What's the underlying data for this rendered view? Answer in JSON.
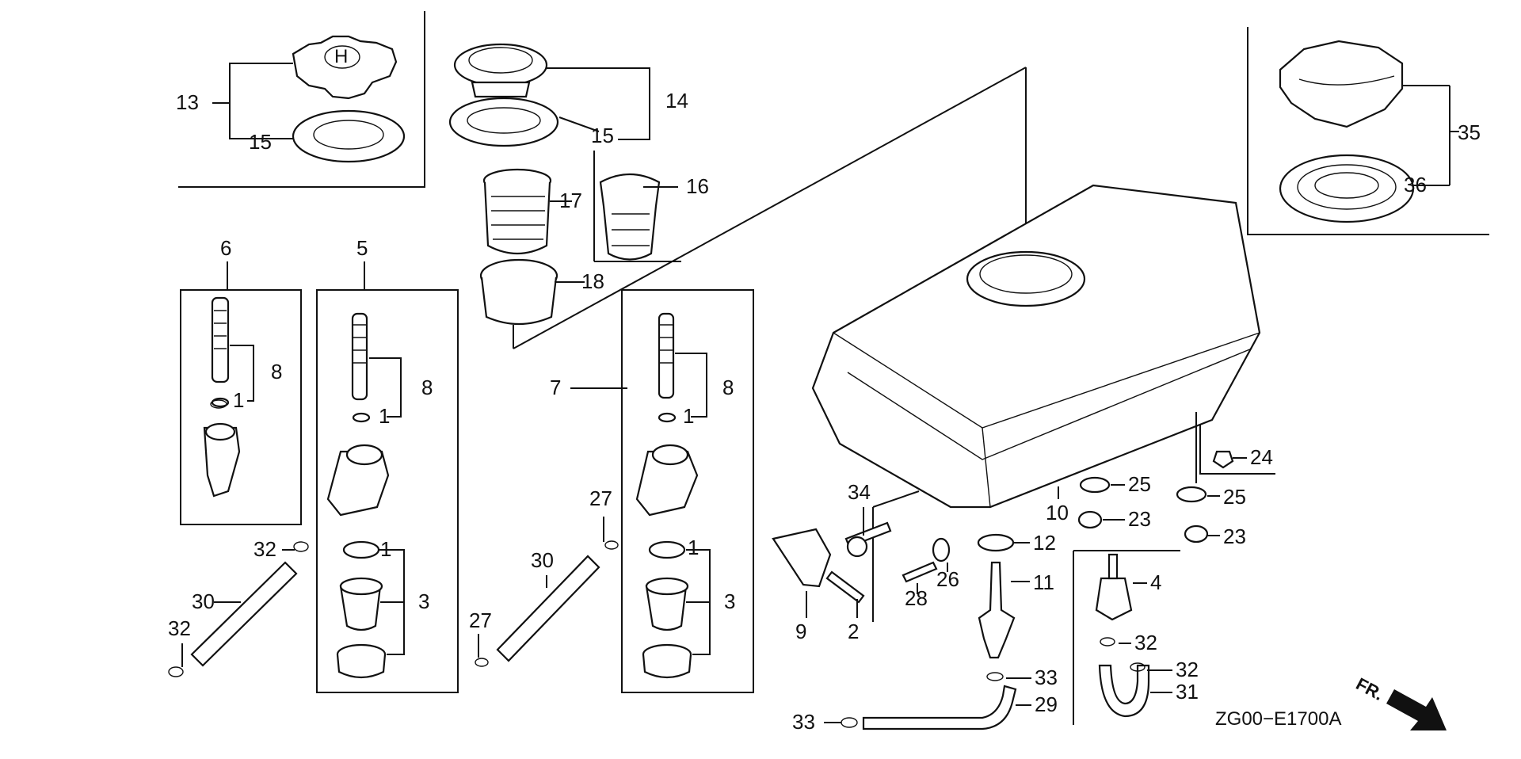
{
  "diagram": {
    "code": "ZG00−E1700A",
    "direction_label": "FR.",
    "callouts": {
      "n1a": "1",
      "n1b": "1",
      "n1c": "1",
      "n1d": "1",
      "n1e": "1",
      "n2": "2",
      "n3a": "3",
      "n3b": "3",
      "n4": "4",
      "n5": "5",
      "n6": "6",
      "n7": "7",
      "n8a": "8",
      "n8b": "8",
      "n8c": "8",
      "n9": "9",
      "n10": "10",
      "n11": "11",
      "n12": "12",
      "n13": "13",
      "n14": "14",
      "n15a": "15",
      "n15b": "15",
      "n16": "16",
      "n17": "17",
      "n18": "18",
      "n23a": "23",
      "n23b": "23",
      "n24": "24",
      "n25a": "25",
      "n25b": "25",
      "n26": "26",
      "n27a": "27",
      "n27b": "27",
      "n28": "28",
      "n29": "29",
      "n30a": "30",
      "n30b": "30",
      "n31": "31",
      "n32a": "32",
      "n32b": "32",
      "n32c": "32",
      "n32d": "32",
      "n33a": "33",
      "n33b": "33",
      "n34": "34",
      "n35": "35",
      "n36": "36"
    }
  }
}
